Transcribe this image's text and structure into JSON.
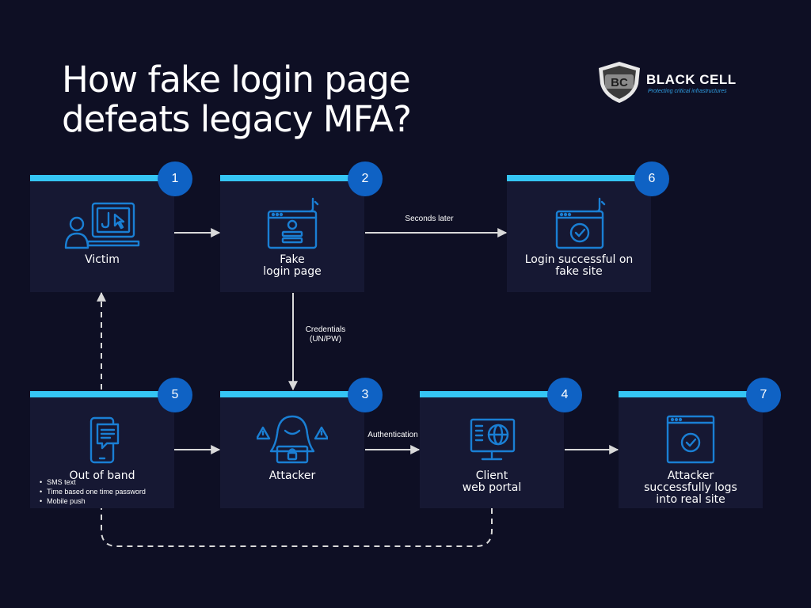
{
  "title_lines": [
    "How fake login page",
    "defeats legacy MFA?"
  ],
  "logo": {
    "monogram": "BC",
    "name": "BLACK CELL",
    "tagline": "Protecting critical infrastructures",
    "accent": "#2f9de0"
  },
  "colors": {
    "background": "#0e0f24",
    "node_fill": "#161833",
    "node_top_bar": "#35c5f4",
    "badge": "#0f62c4",
    "icon": "#1a7fd4",
    "arrow": "#d9d9d9"
  },
  "nodes": {
    "victim": {
      "step": "1",
      "label": "Victim",
      "icon": "user-laptop-phishing-icon"
    },
    "fake_login": {
      "step": "2",
      "label": "Fake\nlogin page",
      "icon": "login-form-hook-icon"
    },
    "attacker": {
      "step": "3",
      "label": "Attacker",
      "icon": "hacker-icon"
    },
    "portal": {
      "step": "4",
      "label": "Client\nweb portal",
      "icon": "web-portal-monitor-icon"
    },
    "oob": {
      "step": "5",
      "label": "Out of band",
      "icon": "phone-message-icon",
      "bullets": [
        "SMS text",
        "Time based one time password",
        "Mobile push"
      ]
    },
    "login_fake": {
      "step": "6",
      "label": "Login successful on\nfake site",
      "icon": "browser-check-hook-icon"
    },
    "real_login": {
      "step": "7",
      "label": "Attacker\nsuccessfully logs\ninto real site",
      "icon": "browser-check-icon"
    }
  },
  "edges": {
    "seconds_later": "Seconds later",
    "credentials": "Credentials\n(UN/PW)",
    "authentication": "Authentication"
  }
}
